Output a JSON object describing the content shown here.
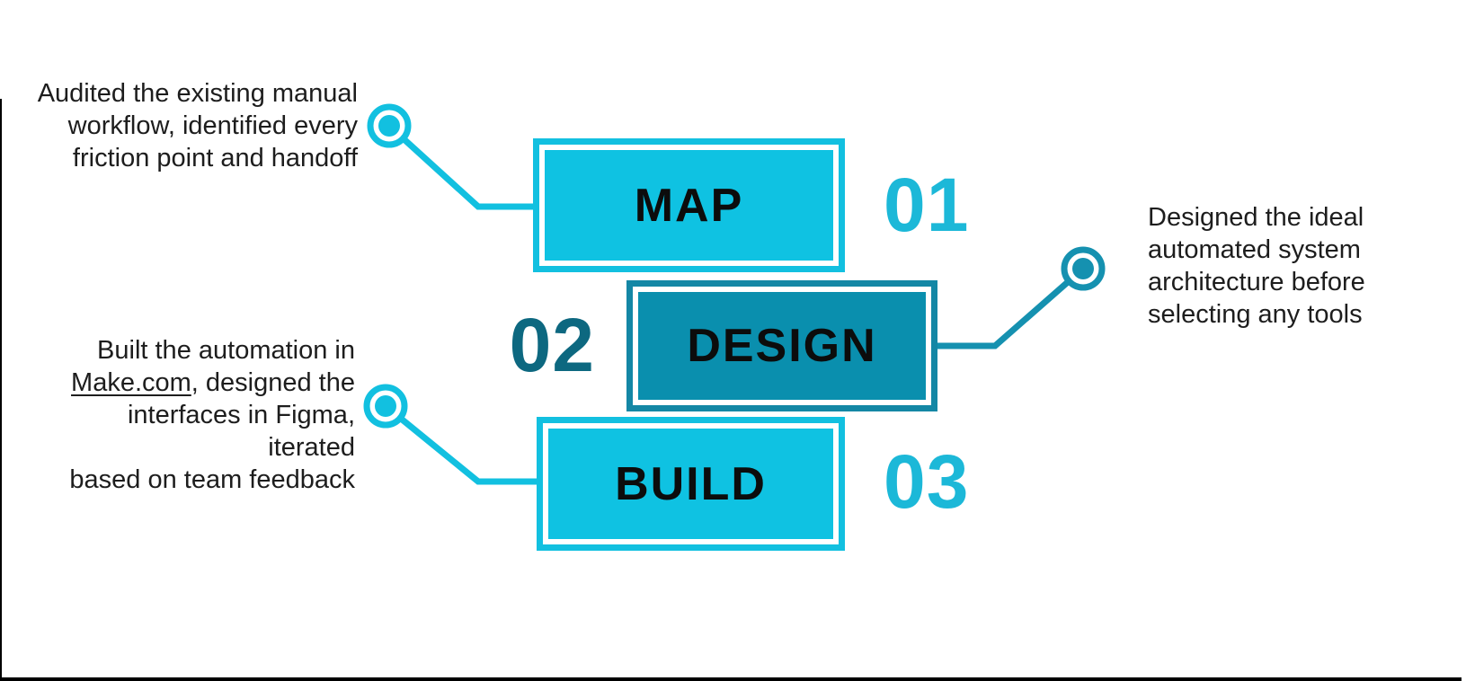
{
  "title": "Process diagram: Map, Design, Build",
  "steps": [
    {
      "id": "map",
      "label": "MAP",
      "number": "01"
    },
    {
      "id": "design",
      "label": "DESIGN",
      "number": "02"
    },
    {
      "id": "build",
      "label": "BUILD",
      "number": "03"
    }
  ],
  "annotations": {
    "map": {
      "lines": [
        "Audited the existing manual",
        "workflow, identified every",
        "friction point and handoff"
      ]
    },
    "design": {
      "lines": [
        "Designed the ideal",
        "automated system",
        "architecture before",
        "selecting any tools"
      ]
    },
    "build": {
      "line1": "Built the automation in",
      "link": "Make.com",
      "line2_rest": ", designed the",
      "line3": "interfaces in Figma, iterated",
      "line4": "based on team feedback"
    }
  },
  "colors": {
    "cyan_box_fill": "#0fc2e2",
    "cyan_box_border": "#12c0e0",
    "teal_box_fill": "#0a8fae",
    "teal_box_border": "#1487a5",
    "cyan_number": "#1cb8d8",
    "dark_teal_number": "#0d6880",
    "cyan_connector": "#12c0e0",
    "teal_connector": "#1591b0",
    "text": "#1d1d1d",
    "frame": "#000000",
    "background": "#ffffff"
  }
}
